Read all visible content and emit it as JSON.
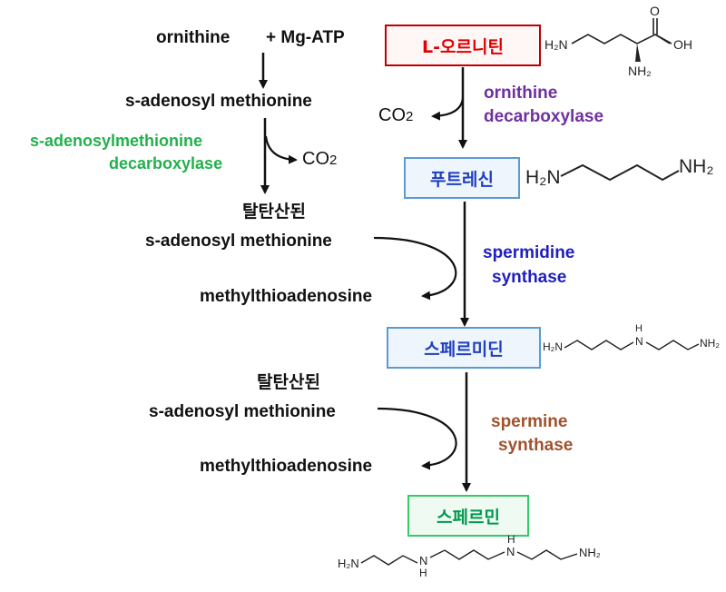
{
  "left_pathway": {
    "ornithine": "ornithine",
    "mg_atp": "+ Mg-ATP",
    "sam_1": "s-adenosyl methionine",
    "samdc_line1": "s-adenosylmethionine",
    "samdc_line2": "decarboxylase",
    "co2_left": "CO",
    "co2_left_sub": "2",
    "decarb_1": "탈탄산된",
    "sam_2": "s-adenosyl methionine",
    "mta_1": "methylthioadenosine",
    "decarb_2": "탈탄산된",
    "sam_3": "s-adenosyl methionine",
    "mta_2": "methylthioadenosine"
  },
  "main_pathway": {
    "box_ornithine": "L-오르니틴",
    "box_putrescine": "푸트레신",
    "box_spermidine": "스페르미딘",
    "box_spermine": "스페르민",
    "co2_right": "CO",
    "co2_right_sub": "2"
  },
  "enzymes": {
    "odc_line1": "ornithine",
    "odc_line2": "decarboxylase",
    "spds_line1": "spermidine",
    "spds_line2": "synthase",
    "spms_line1": "spermine",
    "spms_line2": "synthase"
  },
  "structures": {
    "ornithine_h2n": "H₂N",
    "ornithine_o": "O",
    "ornithine_oh": "OH",
    "ornithine_nh2": "NH₂",
    "putrescine_h2n": "H₂N",
    "putrescine_nh2": "NH₂",
    "spermidine_h2n": "H₂N",
    "spermidine_h": "H",
    "spermidine_n": "N",
    "spermidine_nh2": "NH₂",
    "spermine_h2n": "H₂N",
    "spermine_n1": "N",
    "spermine_h1": "H",
    "spermine_h2": "H",
    "spermine_n2": "N",
    "spermine_nh2": "NH₂"
  },
  "colors": {
    "black": "#111111",
    "green": "#22b14c",
    "purple": "#7030a0",
    "blue": "#1f1fbf",
    "brown": "#a0522d",
    "red_box": "#c00000",
    "blue_box": "#5b9bd5",
    "green_box": "#33cc66"
  }
}
